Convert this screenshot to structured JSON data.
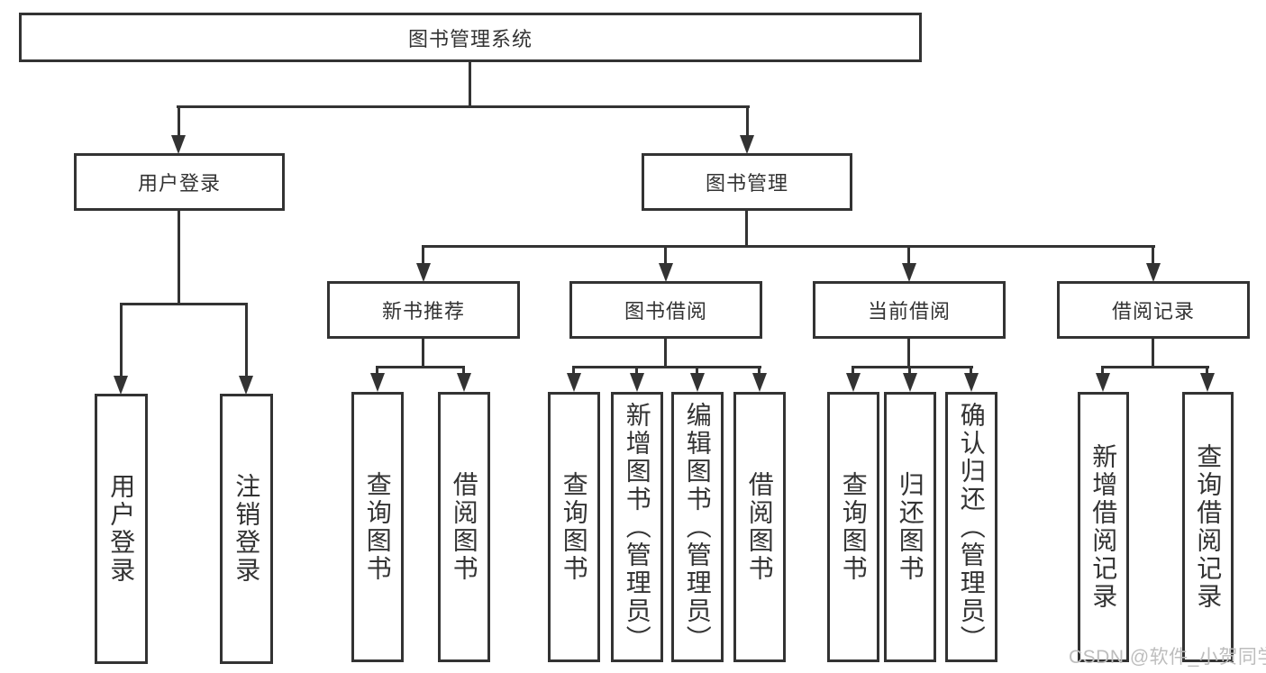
{
  "diagram_title": "图书管理系统",
  "watermark": "CSDN @软件_小贺同学",
  "colors": {
    "line": "#333333",
    "text": "#333333",
    "box_background": "#ffffff",
    "watermark": "#bdbdbd"
  },
  "nodes": {
    "root": {
      "label": "图书管理系统"
    },
    "level2": [
      {
        "label": "用户登录"
      },
      {
        "label": "图书管理"
      }
    ],
    "level3": [
      {
        "label": "新书推荐",
        "parent": "图书管理"
      },
      {
        "label": "图书借阅",
        "parent": "图书管理"
      },
      {
        "label": "当前借阅",
        "parent": "图书管理"
      },
      {
        "label": "借阅记录",
        "parent": "图书管理"
      }
    ],
    "level4": [
      {
        "label": "用户登录",
        "parent": "用户登录"
      },
      {
        "label": "注销登录",
        "parent": "用户登录"
      },
      {
        "label": "查询图书",
        "parent": "新书推荐"
      },
      {
        "label": "借阅图书",
        "parent": "新书推荐"
      },
      {
        "label": "查询图书",
        "parent": "图书借阅"
      },
      {
        "label": "新增图书（管理员）",
        "parent": "图书借阅"
      },
      {
        "label": "编辑图书（管理员）",
        "parent": "图书借阅"
      },
      {
        "label": "借阅图书",
        "parent": "图书借阅"
      },
      {
        "label": "查询图书",
        "parent": "当前借阅"
      },
      {
        "label": "归还图书",
        "parent": "当前借阅"
      },
      {
        "label": "确认归还（管理员）",
        "parent": "当前借阅"
      },
      {
        "label": "新增借阅记录",
        "parent": "借阅记录"
      },
      {
        "label": "查询借阅记录",
        "parent": "借阅记录"
      }
    ]
  }
}
